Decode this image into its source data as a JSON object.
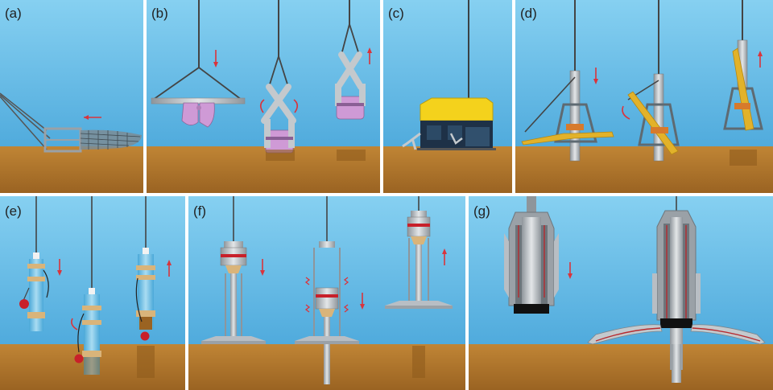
{
  "panels": [
    {
      "id": "a",
      "label": "(a)"
    },
    {
      "id": "b",
      "label": "(b)"
    },
    {
      "id": "c",
      "label": "(c)"
    },
    {
      "id": "d",
      "label": "(d)"
    },
    {
      "id": "e",
      "label": "(e)"
    },
    {
      "id": "f",
      "label": "(f)"
    },
    {
      "id": "g",
      "label": "(g)"
    }
  ],
  "colors": {
    "water_top": "#7fcdef",
    "water_bottom": "#3d9fd6",
    "sediment": "#b27a2c",
    "sediment_dark": "#8f5c1c",
    "cable": "#444444",
    "steel": "#b8bec4",
    "steel_dark": "#7d858c",
    "arrow": "#d9343c",
    "grab_purple": "#cf9ad6",
    "rov_yellow": "#f4d21c",
    "rov_navy": "#1e3147",
    "band_tan": "#d9b47a",
    "ball_red": "#c8202a",
    "corer_red": "#b62a2f",
    "base_black": "#111111"
  }
}
